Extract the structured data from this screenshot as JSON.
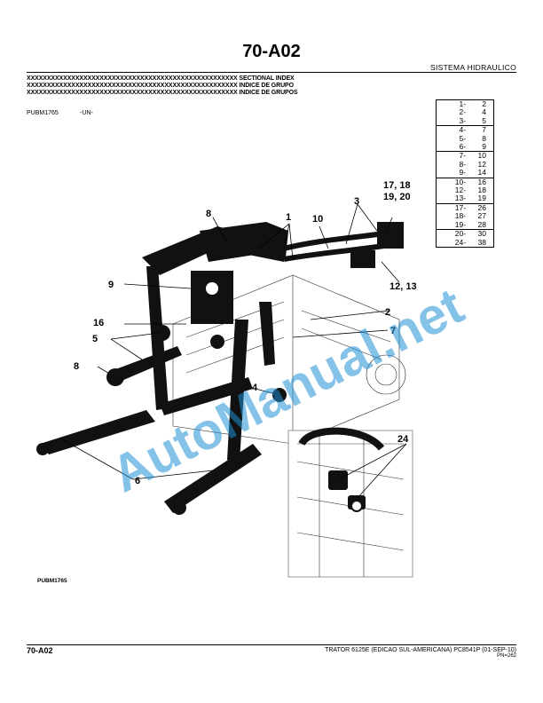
{
  "header": {
    "page_title": "70-A02",
    "section_label": "SISTEMA HIDRAULICO",
    "index_lines": [
      "XXXXXXXXXXXXXXXXXXXXXXXXXXXXXXXXXXXXXXXXXXXXXXXXXXXX SECTIONAL INDEX",
      "XXXXXXXXXXXXXXXXXXXXXXXXXXXXXXXXXXXXXXXXXXXXXXXXXXXX INDICE DE GRUPO",
      "XXXXXXXXXXXXXXXXXXXXXXXXXXXXXXXXXXXXXXXXXXXXXXXXXXXX INDICE DE GRUPOS"
    ],
    "pub_code": "PUBM1765",
    "pub_un": "-UN-"
  },
  "range_table": {
    "groups": [
      [
        [
          "1-",
          "2"
        ],
        [
          "2-",
          "4"
        ],
        [
          "3-",
          "5"
        ]
      ],
      [
        [
          "4-",
          "7"
        ],
        [
          "5-",
          "8"
        ],
        [
          "6-",
          "9"
        ]
      ],
      [
        [
          "7-",
          "10"
        ],
        [
          "8-",
          "12"
        ],
        [
          "9-",
          "14"
        ]
      ],
      [
        [
          "10-",
          "16"
        ],
        [
          "12-",
          "18"
        ],
        [
          "13-",
          "19"
        ]
      ],
      [
        [
          "17-",
          "26"
        ],
        [
          "18-",
          "27"
        ],
        [
          "19-",
          "28"
        ]
      ],
      [
        [
          "20-",
          "30"
        ],
        [
          "24-",
          "38"
        ]
      ]
    ]
  },
  "figure": {
    "figure_code": "PUBM1765",
    "callouts": [
      "1",
      "2",
      "3",
      "4",
      "5",
      "6",
      "7",
      "8",
      "8",
      "9",
      "10",
      "12, 13",
      "16",
      "17, 18",
      "19, 20",
      "24"
    ],
    "watermark": "AutoManual.net"
  },
  "footer": {
    "left": "70-A02",
    "right": "TRATOR 6125E (EDICAO SUL-AMERICANA)   PC8541P   (01-SEP-10)",
    "pn": "PN=262"
  },
  "colors": {
    "watermark": "#1f8fd6",
    "ink": "#000000"
  }
}
